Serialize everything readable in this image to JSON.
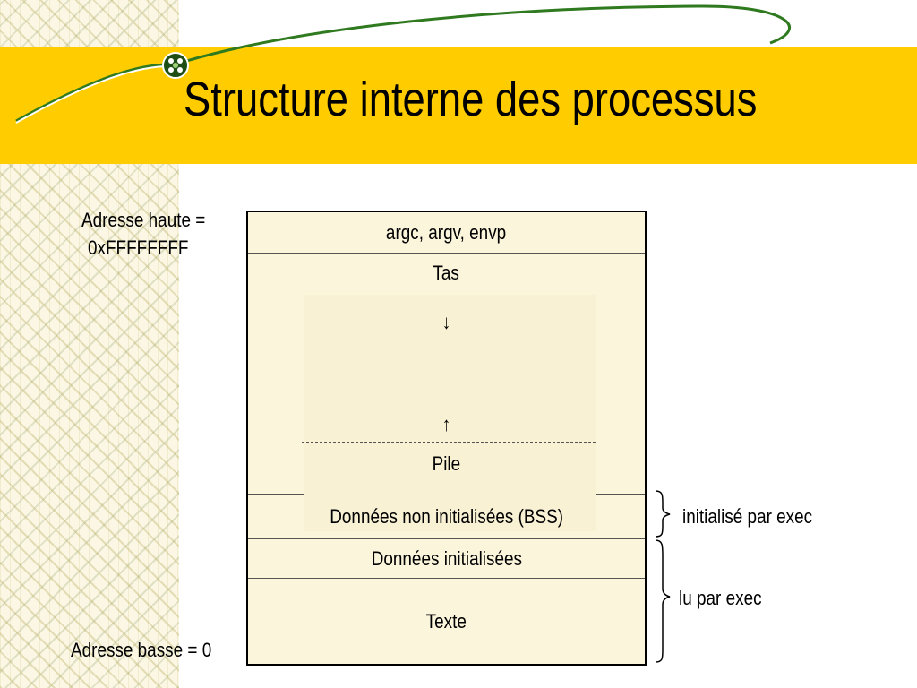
{
  "title": "Structure interne des processus",
  "address_labels": {
    "high_line1": "Adresse haute =",
    "high_line2": "0xFFFFFFFF",
    "low": "Adresse basse = 0"
  },
  "memory_segments": {
    "args": "argc, argv, envp",
    "heap": "Tas",
    "heap_arrow": "↓",
    "stack_arrow": "↑",
    "stack": "Pile",
    "bss": "Données non initialisées (BSS)",
    "data": "Données initialisées",
    "text": "Texte"
  },
  "annotations": {
    "bss_note": "initialisé par exec",
    "data_text_note": "lu par exec"
  },
  "colors": {
    "title_band": "#ffcc00",
    "ribbon": "#2f7a1f",
    "box_fill": "#fbf5dc"
  }
}
